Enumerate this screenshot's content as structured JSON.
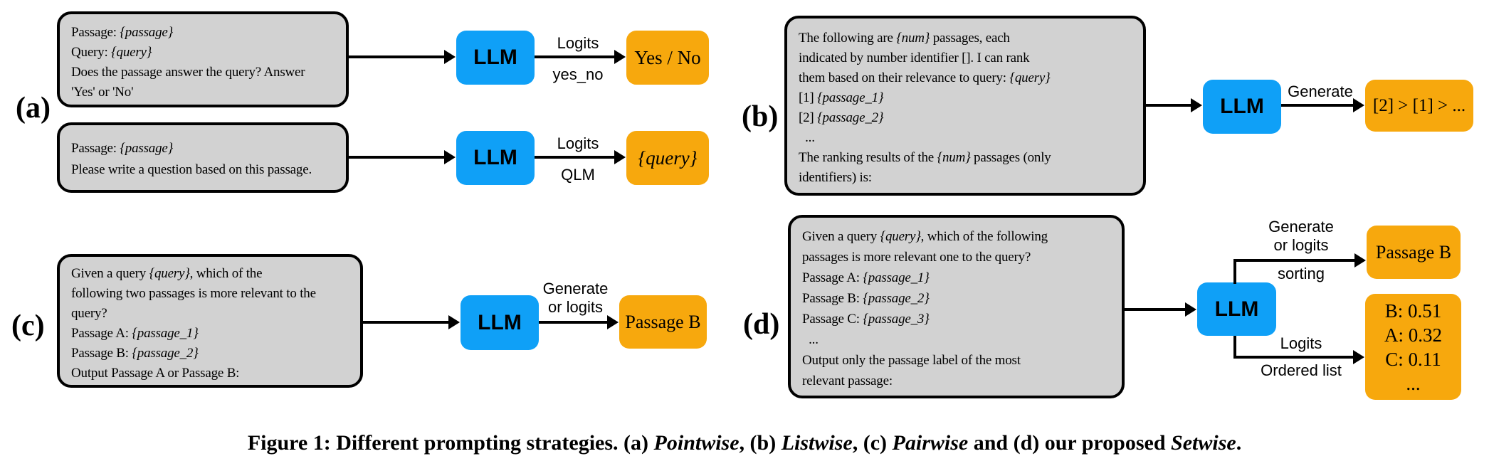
{
  "colors": {
    "llm_blue": "#0FA0F7",
    "output_orange": "#F7A80D",
    "prompt_gray": "#D2D2D2",
    "line_black": "#000000"
  },
  "panels": {
    "a": {
      "label": "(a)",
      "rows": [
        {
          "prompt_lines": [
            "Passage: {passage}",
            "Query: {query}",
            "Does the passage answer the query? Answer",
            "'Yes' or 'No'"
          ],
          "llm_label": "LLM",
          "arrow_label_above": "Logits",
          "arrow_label_below": "yes_no",
          "output_lines": [
            "Yes / No"
          ]
        },
        {
          "prompt_lines": [
            "Passage: {passage}",
            "Please write a question based on this passage."
          ],
          "llm_label": "LLM",
          "arrow_label_above": "Logits",
          "arrow_label_below": "QLM",
          "output_lines": [
            "{query}"
          ]
        }
      ]
    },
    "b": {
      "label": "(b)",
      "prompt_lines": [
        "The following are {num} passages, each",
        "indicated by number identifier []. I can rank",
        "them based on their relevance to query: {query}",
        "[1] {passage_1}",
        "[2] {passage_2}",
        "  ...",
        "The ranking results of the {num} passages (only",
        "identifiers) is:"
      ],
      "llm_label": "LLM",
      "arrow_label_above": "Generate",
      "output_lines": [
        "[2] > [1] > ..."
      ]
    },
    "c": {
      "label": "(c)",
      "prompt_lines": [
        "Given a query {query}, which of the",
        "following two passages is more relevant to the",
        "query?",
        "Passage A: {passage_1}",
        "Passage B: {passage_2}",
        "Output Passage A or Passage B:"
      ],
      "llm_label": "LLM",
      "arrow_labels_above": [
        "Generate",
        "or logits"
      ],
      "output_lines": [
        "Passage B"
      ]
    },
    "d": {
      "label": "(d)",
      "prompt_lines": [
        "Given a query {query}, which of the following",
        "passages is more relevant one to the query?",
        "Passage A: {passage_1}",
        "Passage B: {passage_2}",
        "Passage C: {passage_3}",
        "  ...",
        "Output only the passage label of the most",
        "relevant passage:"
      ],
      "llm_label": "LLM",
      "branch_top": {
        "labels_above": [
          "Generate",
          "or logits"
        ],
        "label_below": "sorting",
        "output_lines": [
          "Passage B"
        ]
      },
      "branch_bottom": {
        "label_above": "Logits",
        "label_below": "Ordered list",
        "output_lines": [
          "B: 0.51",
          "A: 0.32",
          "C: 0.11",
          "..."
        ]
      }
    }
  },
  "caption_segments": [
    {
      "t": "Figure 1: Different prompting strategies. (a) "
    },
    {
      "t": "Pointwise",
      "i": true
    },
    {
      "t": ", (b) "
    },
    {
      "t": "Listwise",
      "i": true
    },
    {
      "t": ", (c) "
    },
    {
      "t": "Pairwise",
      "i": true
    },
    {
      "t": " and (d) our proposed "
    },
    {
      "t": "Setwise",
      "i": true
    },
    {
      "t": "."
    }
  ]
}
